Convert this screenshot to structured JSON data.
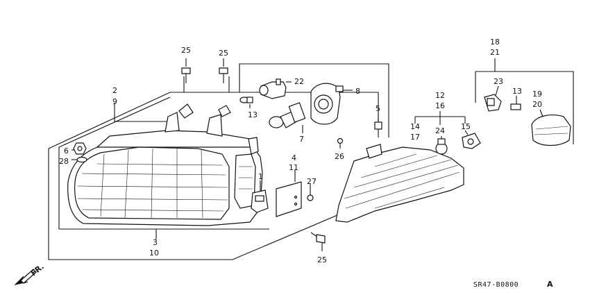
{
  "callouts": {
    "c2": "2",
    "c9": "9",
    "c25a": "25",
    "c25b": "25",
    "c25c": "25",
    "c6": "6",
    "c28": "28",
    "c22": "22",
    "c8": "8",
    "c13a": "13",
    "c7": "7",
    "c5": "5",
    "c26": "26",
    "c4": "4",
    "c11": "11",
    "c27": "27",
    "c1": "1",
    "c3": "3",
    "c10": "10",
    "c12": "12",
    "c16": "16",
    "c14": "14",
    "c17": "17",
    "c24": "24",
    "c15": "15",
    "c18": "18",
    "c21": "21",
    "c23": "23",
    "c13b": "13",
    "c19": "19",
    "c20": "20"
  },
  "front_label": "FR.",
  "diagram_code": "SR47-B0800",
  "diagram_code_suffix": "A",
  "icons": [
    "front-direction-arrow-icon"
  ]
}
